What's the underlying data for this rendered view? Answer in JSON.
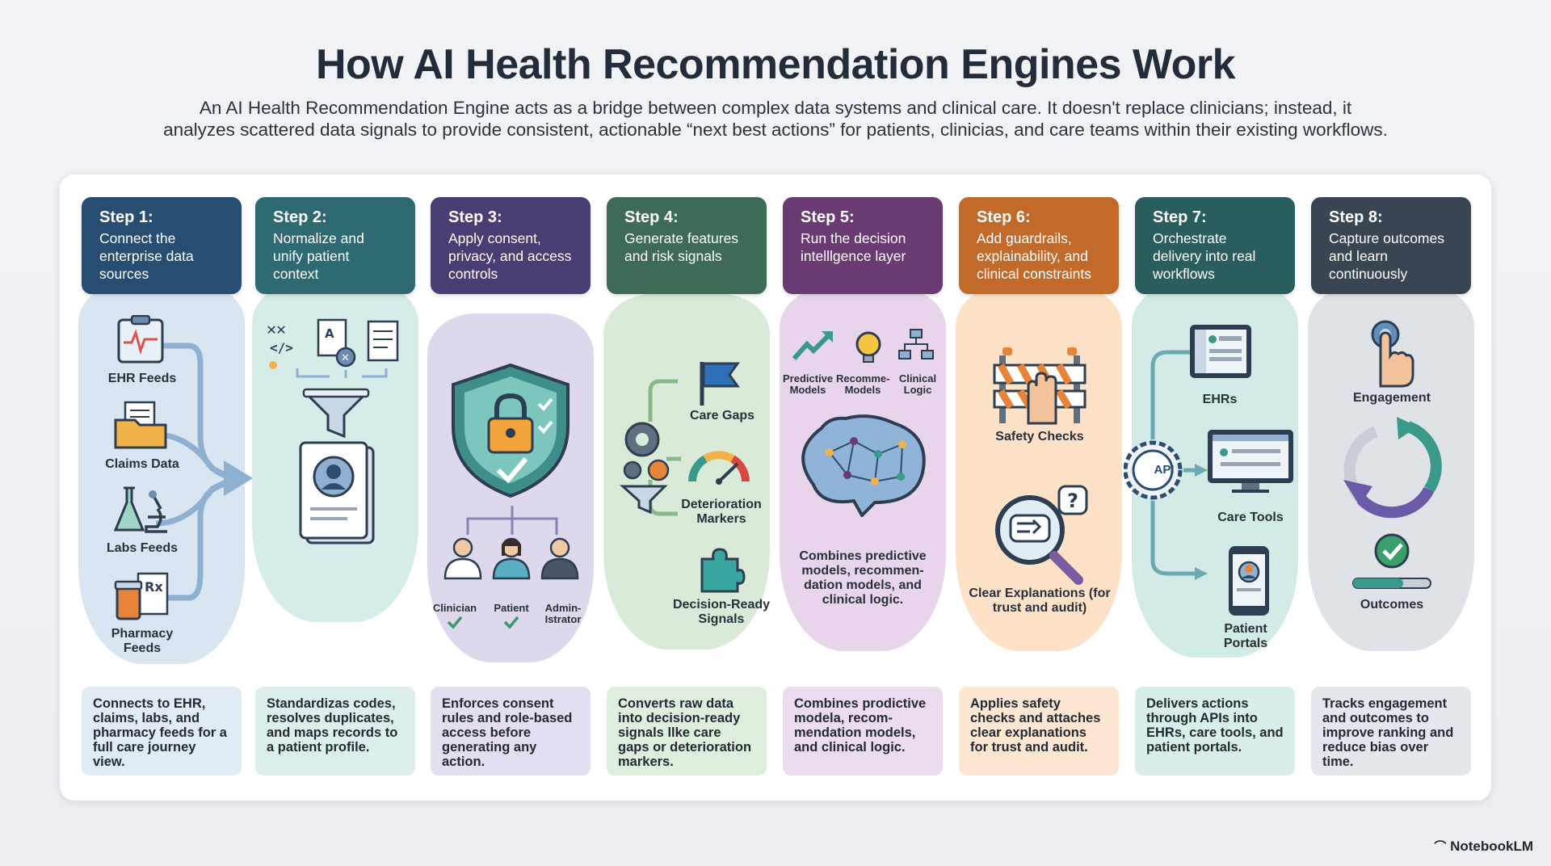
{
  "title": "How AI Health Recommendation Engines Work",
  "subtitle": "An AI Health Recommendation Engine acts as a bridge between complex data systems and clinical care. It doesn't replace clinicians; instead, it analyzes scattered data signals to provide consistent, actionable “next best actions” for patients, clinicias, and care teams within their existing workflows.",
  "colors": {
    "step1": "#274e72",
    "step2": "#2d6a72",
    "step3": "#4a3d74",
    "step4": "#3d6b55",
    "step5": "#6a3a72",
    "step6": "#c26a2a",
    "step7": "#2a5e5e",
    "step8": "#3a4552"
  },
  "steps": [
    {
      "step": "Step 1:",
      "title": "Connect the enterprise data sources",
      "items": [
        "EHR Feeds",
        "Claims Data",
        "Labs Feeds",
        "Pharmacy Feeds"
      ],
      "desc": "Connects to EHR, claims, labs, and pharmacy feeds for a full care journey view."
    },
    {
      "step": "Step 2:",
      "title": "Normalize and unify patient context",
      "items": [],
      "desc": "Standardizas codes, resolves duplicates, and maps records to a patient profile."
    },
    {
      "step": "Step 3:",
      "title": "Apply consent, privacy, and access controls",
      "items": [
        "Clinician",
        "Patient",
        "Admin-Istrator"
      ],
      "desc": "Enforces consent rules and role-based access before generating any action."
    },
    {
      "step": "Step 4:",
      "title": "Generate features and risk signals",
      "items": [
        "Care Gaps",
        "Deterioration Markers",
        "Decision-Ready Signals"
      ],
      "desc": "Converts raw data into decision-ready signals llke care gaps or deterioration markers."
    },
    {
      "step": "Step 5:",
      "title": "Run the decision intelllgence layer",
      "items": [
        "Predictive Models",
        "Recomme- Models",
        "Clinical Logic"
      ],
      "caption": "Combines predictive models, recommen- dation models, and clinical logic.",
      "desc": "Combines prodictive modela, recom- mendation models, and clinical logic."
    },
    {
      "step": "Step 6:",
      "title": "Add guardrails, explainability, and clinical constraints",
      "items": [
        "Safety Checks",
        "Clear Explanations (for trust and audit)"
      ],
      "desc": "Applies safety checks and attaches clear explanations for trust and audit."
    },
    {
      "step": "Step 7:",
      "title": "Orchestrate delivery into real workflows",
      "items": [
        "EHRs",
        "Care Tools",
        "Patient Portals"
      ],
      "api": "API",
      "desc": "Delivers actions through APIs into EHRs, care tools, and patient portals."
    },
    {
      "step": "Step 8:",
      "title": "Capture outcomes and learn continuously",
      "items": [
        "Engagement",
        "Outcomes"
      ],
      "desc": "Tracks engagement and outcomes to improve ranking and reduce bias over time."
    }
  ],
  "brand": "NotebookLM"
}
